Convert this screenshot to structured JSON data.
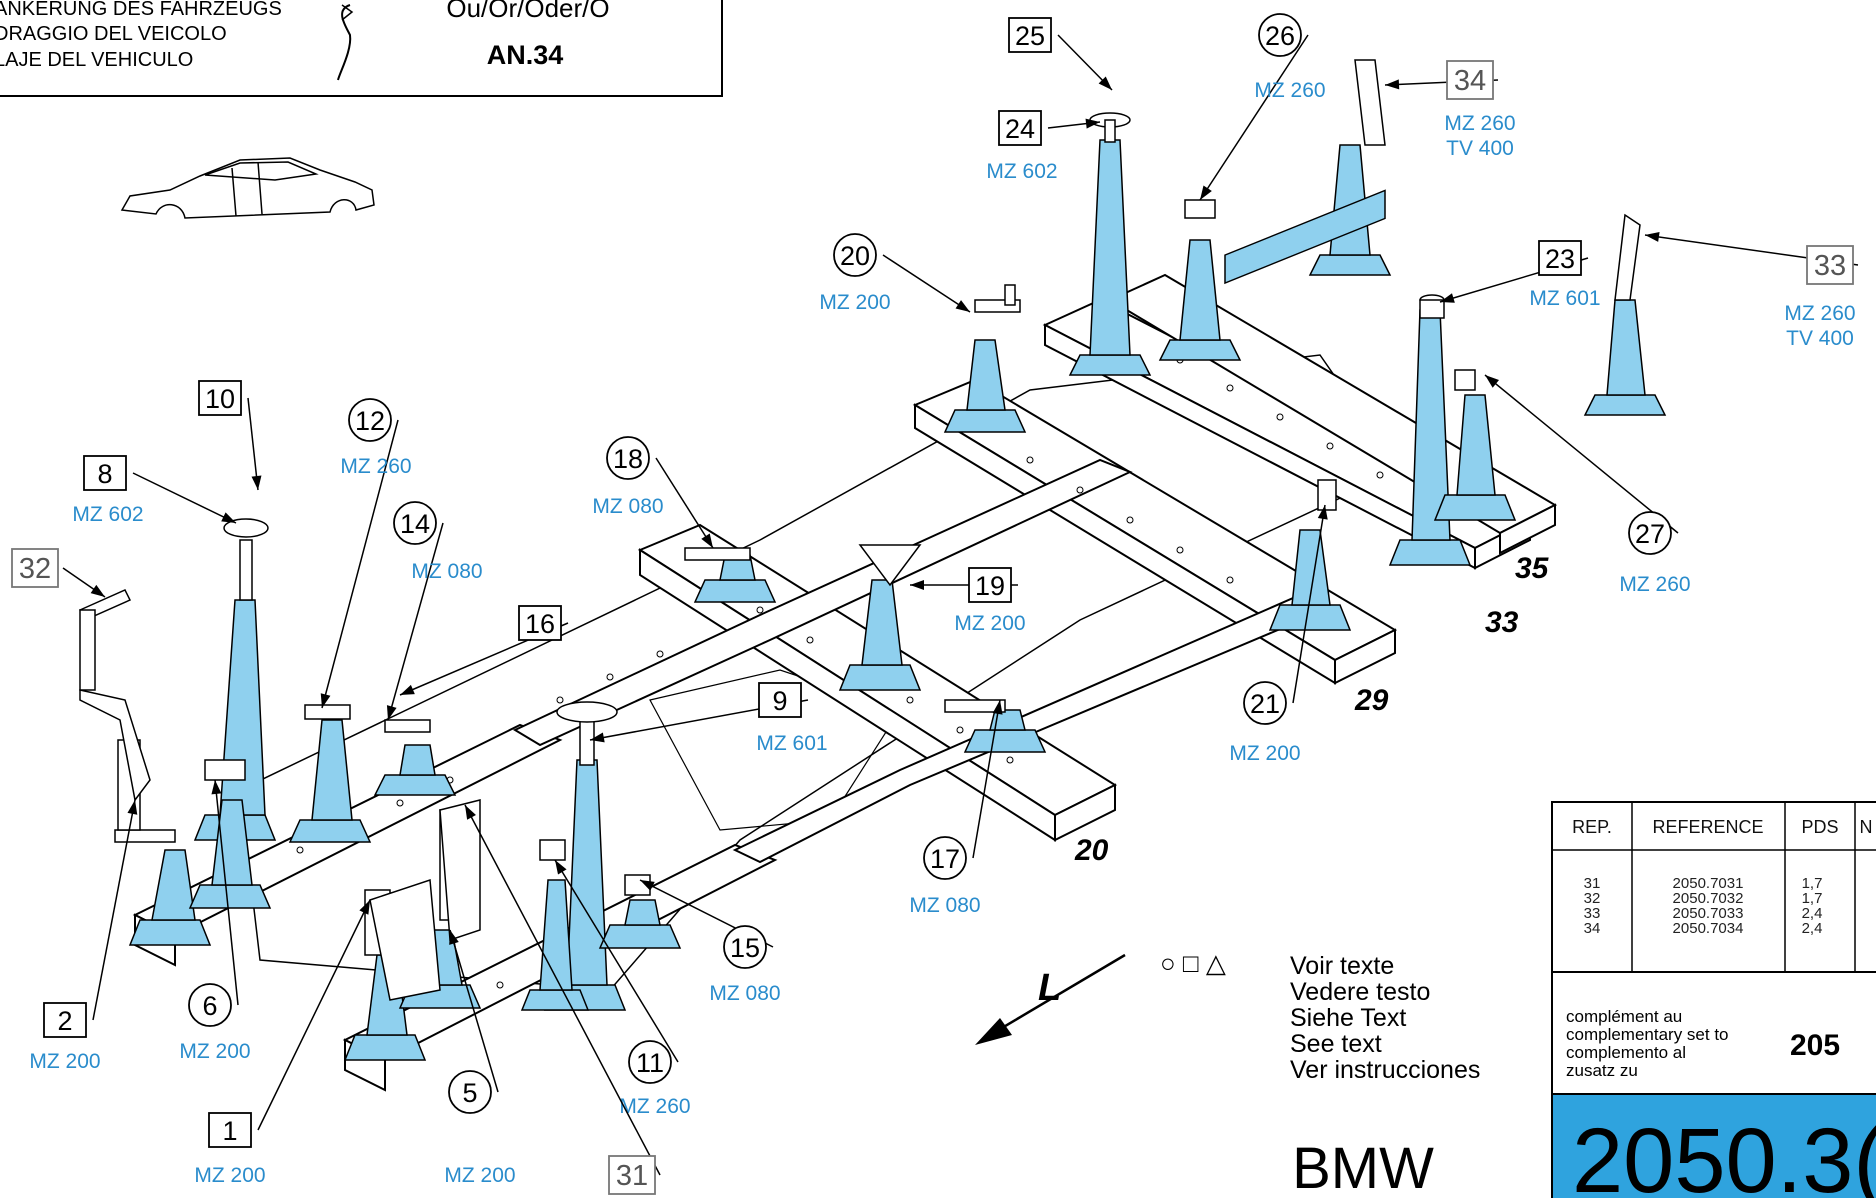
{
  "header": {
    "lines": [
      "ANKERUNG DES FAHRZEUGS",
      "DRAGGIO DEL VEICOLO",
      "LAJE DEL VEHICULO"
    ],
    "or_text": "Ou/Or/Oder/O",
    "code": "AN.34"
  },
  "callouts": [
    {
      "id": "c25",
      "num": "25",
      "shape": "square",
      "mz": ""
    },
    {
      "id": "c26",
      "num": "26",
      "shape": "circle",
      "mz": "MZ 260"
    },
    {
      "id": "c34",
      "num": "34",
      "shape": "square-gray",
      "mz": "MZ 260",
      "mz2": "TV 400"
    },
    {
      "id": "c24",
      "num": "24",
      "shape": "square",
      "mz": "MZ 602"
    },
    {
      "id": "c20",
      "num": "20",
      "shape": "circle",
      "mz": "MZ 200"
    },
    {
      "id": "c23",
      "num": "23",
      "shape": "square",
      "mz": "MZ 601"
    },
    {
      "id": "c33",
      "num": "33",
      "shape": "square-gray",
      "mz": "MZ 260",
      "mz2": "TV 400"
    },
    {
      "id": "c10",
      "num": "10",
      "shape": "square",
      "mz": ""
    },
    {
      "id": "c12",
      "num": "12",
      "shape": "circle",
      "mz": "MZ 260"
    },
    {
      "id": "c8",
      "num": "8",
      "shape": "square",
      "mz": "MZ 602"
    },
    {
      "id": "c14",
      "num": "14",
      "shape": "circle",
      "mz": "MZ 080"
    },
    {
      "id": "c18",
      "num": "18",
      "shape": "circle",
      "mz": "MZ 080"
    },
    {
      "id": "c32",
      "num": "32",
      "shape": "square-gray",
      "mz": ""
    },
    {
      "id": "c16",
      "num": "16",
      "shape": "square",
      "mz": ""
    },
    {
      "id": "c19",
      "num": "19",
      "shape": "square",
      "mz": "MZ 200"
    },
    {
      "id": "c27",
      "num": "27",
      "shape": "circle",
      "mz": "MZ 260"
    },
    {
      "id": "c9",
      "num": "9",
      "shape": "square",
      "mz": "MZ 601"
    },
    {
      "id": "c21",
      "num": "21",
      "shape": "circle",
      "mz": "MZ 200"
    },
    {
      "id": "c17",
      "num": "17",
      "shape": "circle",
      "mz": "MZ 080"
    },
    {
      "id": "c15",
      "num": "15",
      "shape": "circle",
      "mz": "MZ 080"
    },
    {
      "id": "c2",
      "num": "2",
      "shape": "square",
      "mz": "MZ 200"
    },
    {
      "id": "c6",
      "num": "6",
      "shape": "circle",
      "mz": "MZ 200"
    },
    {
      "id": "c11",
      "num": "11",
      "shape": "circle",
      "mz": "MZ 260"
    },
    {
      "id": "c1",
      "num": "1",
      "shape": "square",
      "mz": "MZ 200"
    },
    {
      "id": "c5",
      "num": "5",
      "shape": "circle",
      "mz": "MZ 200"
    },
    {
      "id": "c31",
      "num": "31",
      "shape": "square-gray",
      "mz": ""
    }
  ],
  "beam_numbers": [
    "35",
    "33",
    "29",
    "20"
  ],
  "direction_label": "L",
  "legend": {
    "symbols": "○ □ △",
    "lines": [
      "Voir texte",
      "Vedere testo",
      "Siehe Text",
      "See text",
      "Ver instrucciones"
    ]
  },
  "brand": "BMW",
  "table": {
    "headers": [
      "REP.",
      "REFERENCE",
      "PDS",
      "N"
    ],
    "rows": [
      {
        "rep": "31",
        "ref": "2050.7031",
        "pds": "1,7"
      },
      {
        "rep": "32",
        "ref": "2050.7032",
        "pds": "1,7"
      },
      {
        "rep": "33",
        "ref": "2050.7033",
        "pds": "2,4"
      },
      {
        "rep": "34",
        "ref": "2050.7034",
        "pds": "2,4"
      }
    ],
    "complement_lines": [
      "complément au",
      "complementary set to",
      "complemento al",
      "zusatz zu"
    ],
    "complement_code": "205",
    "big_code": "2050.3("
  },
  "colors": {
    "accent_blue": "#2a8ccc",
    "stand_fill": "#8fd0ee",
    "big_code_bg": "#2fa3de",
    "gray_box": "#777777"
  }
}
